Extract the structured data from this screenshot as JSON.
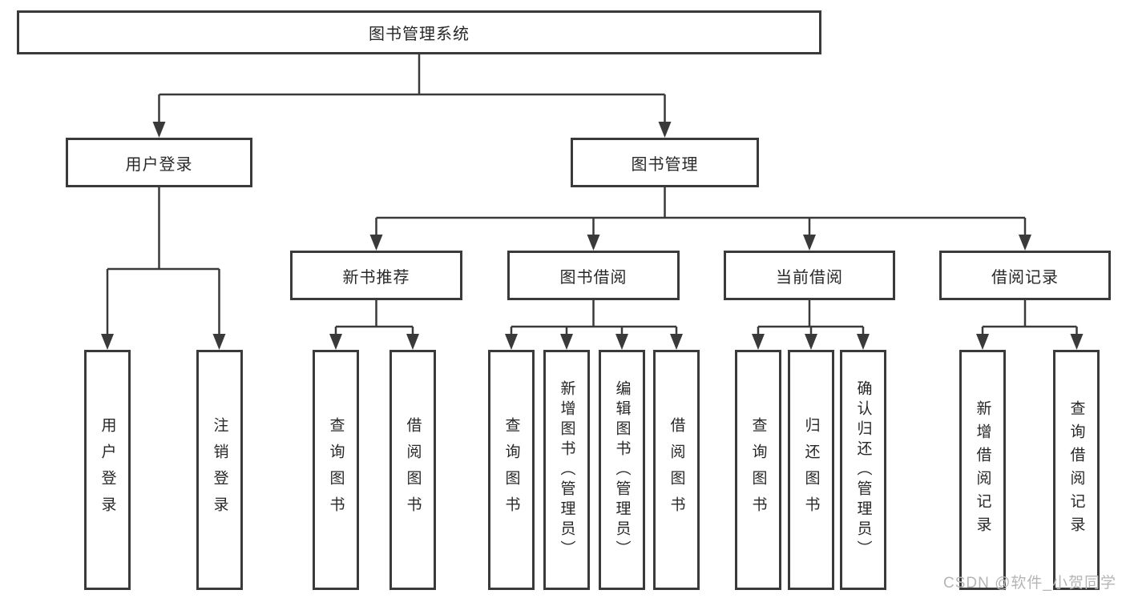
{
  "tree": {
    "root": {
      "label": "图书管理系统",
      "children": [
        {
          "label": "用户登录",
          "children": [
            {
              "label": "用户登录"
            },
            {
              "label": "注销登录"
            }
          ]
        },
        {
          "label": "图书管理",
          "children": [
            {
              "label": "新书推荐",
              "children": [
                {
                  "label": "查询图书"
                },
                {
                  "label": "借阅图书"
                }
              ]
            },
            {
              "label": "图书借阅",
              "children": [
                {
                  "label": "查询图书"
                },
                {
                  "label": "新增图书（管理员）"
                },
                {
                  "label": "编辑图书（管理员）"
                },
                {
                  "label": "借阅图书"
                }
              ]
            },
            {
              "label": "当前借阅",
              "children": [
                {
                  "label": "查询图书"
                },
                {
                  "label": "归还图书"
                },
                {
                  "label": "确认归还（管理员）"
                }
              ]
            },
            {
              "label": "借阅记录",
              "children": [
                {
                  "label": "新增借阅记录"
                },
                {
                  "label": "查询借阅记录"
                }
              ]
            }
          ]
        }
      ]
    }
  },
  "colors": {
    "line": "#3a3a3a",
    "text": "#282828",
    "watermark": "#b5b5b5",
    "background": "#ffffff"
  },
  "watermark": {
    "text": "CSDN @软件_小贺同学"
  }
}
